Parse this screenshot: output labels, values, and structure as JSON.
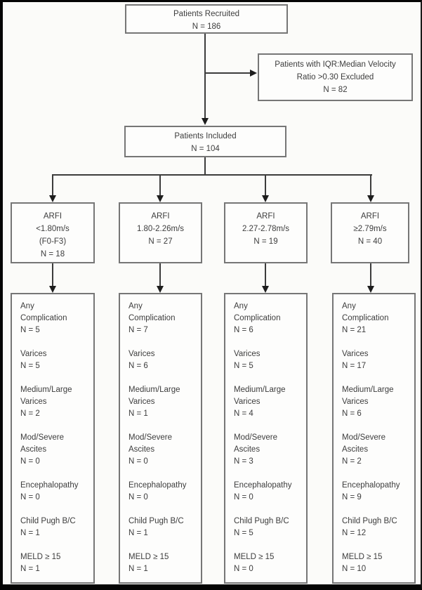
{
  "flow": {
    "recruited": {
      "text": "Patients Recruited\nN = 186"
    },
    "excluded": {
      "text": "Patients with IQR:Median Velocity\nRatio >0.30 Excluded\nN = 82"
    },
    "included": {
      "text": "Patients Included\nN = 104"
    },
    "arfi_groups": [
      {
        "text": "ARFI\n<1.80m/s\n(F0-F3)\nN = 18"
      },
      {
        "text": "ARFI\n1.80-2.26m/s\nN = 27"
      },
      {
        "text": "ARFI\n2.27-2.78m/s\nN = 19"
      },
      {
        "text": "ARFI\n≥2.79m/s\nN = 40"
      }
    ],
    "outcome_groups": [
      {
        "entries": [
          {
            "label": "Any\nComplication",
            "n": "N = 5"
          },
          {
            "label": "Varices",
            "n": "N = 5"
          },
          {
            "label": "Medium/Large\nVarices",
            "n": "N = 2"
          },
          {
            "label": "Mod/Severe\nAscites",
            "n": "N = 0"
          },
          {
            "label": "Encephalopathy",
            "n": "N = 0"
          },
          {
            "label": "Child Pugh B/C",
            "n": "N = 1"
          },
          {
            "label": "MELD ≥ 15",
            "n": "N = 1"
          }
        ]
      },
      {
        "entries": [
          {
            "label": "Any\nComplication",
            "n": "N = 7"
          },
          {
            "label": "Varices",
            "n": "N = 6"
          },
          {
            "label": "Medium/Large\nVarices",
            "n": "N = 1"
          },
          {
            "label": "Mod/Severe\nAscites",
            "n": "N = 0"
          },
          {
            "label": "Encephalopathy",
            "n": "N = 0"
          },
          {
            "label": "Child Pugh B/C",
            "n": "N = 1"
          },
          {
            "label": "MELD ≥ 15",
            "n": "N = 1"
          }
        ]
      },
      {
        "entries": [
          {
            "label": "Any\nComplication",
            "n": "N = 6"
          },
          {
            "label": "Varices",
            "n": "N = 5"
          },
          {
            "label": "Medium/Large\nVarices",
            "n": "N = 4"
          },
          {
            "label": "Mod/Severe\nAscites",
            "n": "N = 3"
          },
          {
            "label": "Encephalopathy",
            "n": "N = 0"
          },
          {
            "label": "Child Pugh B/C",
            "n": "N = 5"
          },
          {
            "label": "MELD ≥ 15",
            "n": "N = 0"
          }
        ]
      },
      {
        "entries": [
          {
            "label": "Any\nComplication",
            "n": "N = 21"
          },
          {
            "label": "Varices",
            "n": "N = 17"
          },
          {
            "label": "Medium/Large\nVarices",
            "n": "N = 6"
          },
          {
            "label": "Mod/Severe\nAscites",
            "n": "N = 2"
          },
          {
            "label": "Encephalopathy",
            "n": "N = 9"
          },
          {
            "label": "Child Pugh B/C",
            "n": "N = 12"
          },
          {
            "label": "MELD ≥ 15",
            "n": "N = 10"
          }
        ]
      }
    ]
  }
}
